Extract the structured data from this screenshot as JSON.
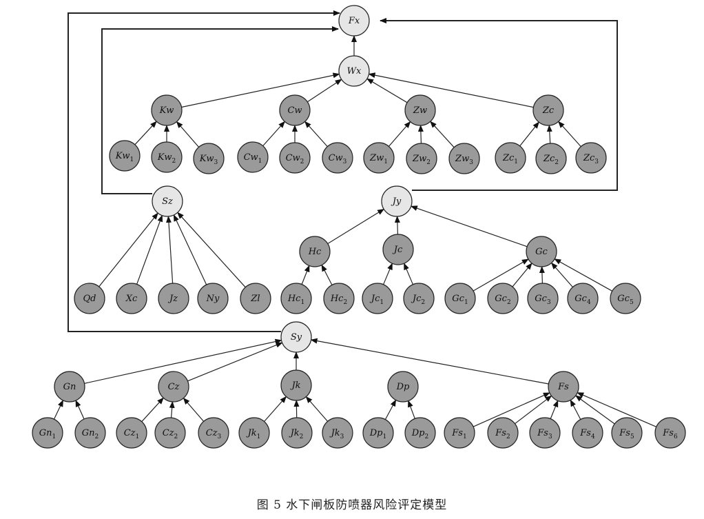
{
  "caption": "图 5   水下闸板防喷器风险评定模型",
  "colors": {
    "light_node": "#e6e6e6",
    "dark_node": "#9a9a9a",
    "stroke": "#222222"
  },
  "nodes": [
    {
      "id": "Fx",
      "label": "Fx",
      "sub": "",
      "shade": "light"
    },
    {
      "id": "Wx",
      "label": "Wx",
      "sub": "",
      "shade": "light"
    },
    {
      "id": "Kw",
      "label": "Kw",
      "sub": "",
      "shade": "dark"
    },
    {
      "id": "Cw",
      "label": "Cw",
      "sub": "",
      "shade": "dark"
    },
    {
      "id": "Zw",
      "label": "Zw",
      "sub": "",
      "shade": "dark"
    },
    {
      "id": "Zc",
      "label": "Zc",
      "sub": "",
      "shade": "dark"
    },
    {
      "id": "Kw1",
      "label": "Kw",
      "sub": "1",
      "shade": "dark"
    },
    {
      "id": "Kw2",
      "label": "Kw",
      "sub": "2",
      "shade": "dark"
    },
    {
      "id": "Kw3",
      "label": "Kw",
      "sub": "3",
      "shade": "dark"
    },
    {
      "id": "Cw1",
      "label": "Cw",
      "sub": "1",
      "shade": "dark"
    },
    {
      "id": "Cw2",
      "label": "Cw",
      "sub": "2",
      "shade": "dark"
    },
    {
      "id": "Cw3",
      "label": "Cw",
      "sub": "3",
      "shade": "dark"
    },
    {
      "id": "Zw1",
      "label": "Zw",
      "sub": "1",
      "shade": "dark"
    },
    {
      "id": "Zw2",
      "label": "Zw",
      "sub": "2",
      "shade": "dark"
    },
    {
      "id": "Zw3",
      "label": "Zw",
      "sub": "3",
      "shade": "dark"
    },
    {
      "id": "Zc1",
      "label": "Zc",
      "sub": "1",
      "shade": "dark"
    },
    {
      "id": "Zc2",
      "label": "Zc",
      "sub": "2",
      "shade": "dark"
    },
    {
      "id": "Zc3",
      "label": "Zc",
      "sub": "3",
      "shade": "dark"
    },
    {
      "id": "Sz",
      "label": "Sz",
      "sub": "",
      "shade": "light"
    },
    {
      "id": "Jy",
      "label": "Jy",
      "sub": "",
      "shade": "light"
    },
    {
      "id": "Hc",
      "label": "Hc",
      "sub": "",
      "shade": "dark"
    },
    {
      "id": "Jc",
      "label": "Jc",
      "sub": "",
      "shade": "dark"
    },
    {
      "id": "Gc",
      "label": "Gc",
      "sub": "",
      "shade": "dark"
    },
    {
      "id": "Qd",
      "label": "Qd",
      "sub": "",
      "shade": "dark"
    },
    {
      "id": "Xc",
      "label": "Xc",
      "sub": "",
      "shade": "dark"
    },
    {
      "id": "Jz",
      "label": "Jz",
      "sub": "",
      "shade": "dark"
    },
    {
      "id": "Ny",
      "label": "Ny",
      "sub": "",
      "shade": "dark"
    },
    {
      "id": "Zl",
      "label": "Zl",
      "sub": "",
      "shade": "dark"
    },
    {
      "id": "Hc1",
      "label": "Hc",
      "sub": "1",
      "shade": "dark"
    },
    {
      "id": "Hc2",
      "label": "Hc",
      "sub": "2",
      "shade": "dark"
    },
    {
      "id": "Jc1",
      "label": "Jc",
      "sub": "1",
      "shade": "dark"
    },
    {
      "id": "Jc2",
      "label": "Jc",
      "sub": "2",
      "shade": "dark"
    },
    {
      "id": "Gc1",
      "label": "Gc",
      "sub": "1",
      "shade": "dark"
    },
    {
      "id": "Gc2",
      "label": "Gc",
      "sub": "2",
      "shade": "dark"
    },
    {
      "id": "Gc3",
      "label": "Gc",
      "sub": "3",
      "shade": "dark"
    },
    {
      "id": "Gc4",
      "label": "Gc",
      "sub": "4",
      "shade": "dark"
    },
    {
      "id": "Gc5",
      "label": "Gc",
      "sub": "5",
      "shade": "dark"
    },
    {
      "id": "Sy",
      "label": "Sy",
      "sub": "",
      "shade": "light"
    },
    {
      "id": "Gn",
      "label": "Gn",
      "sub": "",
      "shade": "dark"
    },
    {
      "id": "Cz",
      "label": "Cz",
      "sub": "",
      "shade": "dark"
    },
    {
      "id": "Jk",
      "label": "Jk",
      "sub": "",
      "shade": "dark"
    },
    {
      "id": "Dp",
      "label": "Dp",
      "sub": "",
      "shade": "dark"
    },
    {
      "id": "Fs",
      "label": "Fs",
      "sub": "",
      "shade": "dark"
    },
    {
      "id": "Gn1",
      "label": "Gn",
      "sub": "1",
      "shade": "dark"
    },
    {
      "id": "Gn2",
      "label": "Gn",
      "sub": "2",
      "shade": "dark"
    },
    {
      "id": "Cz1",
      "label": "Cz",
      "sub": "1",
      "shade": "dark"
    },
    {
      "id": "Cz2",
      "label": "Cz",
      "sub": "2",
      "shade": "dark"
    },
    {
      "id": "Cz3",
      "label": "Cz",
      "sub": "3",
      "shade": "dark"
    },
    {
      "id": "Jk1",
      "label": "Jk",
      "sub": "1",
      "shade": "dark"
    },
    {
      "id": "Jk2",
      "label": "Jk",
      "sub": "2",
      "shade": "dark"
    },
    {
      "id": "Jk3",
      "label": "Jk",
      "sub": "3",
      "shade": "dark"
    },
    {
      "id": "Dp1",
      "label": "Dp",
      "sub": "1",
      "shade": "dark"
    },
    {
      "id": "Dp2",
      "label": "Dp",
      "sub": "2",
      "shade": "dark"
    },
    {
      "id": "Fs1",
      "label": "Fs",
      "sub": "1",
      "shade": "dark"
    },
    {
      "id": "Fs2",
      "label": "Fs",
      "sub": "2",
      "shade": "dark"
    },
    {
      "id": "Fs3",
      "label": "Fs",
      "sub": "3",
      "shade": "dark"
    },
    {
      "id": "Fs4",
      "label": "Fs",
      "sub": "4",
      "shade": "dark"
    },
    {
      "id": "Fs5",
      "label": "Fs",
      "sub": "5",
      "shade": "dark"
    },
    {
      "id": "Fs6",
      "label": "Fs",
      "sub": "6",
      "shade": "dark"
    }
  ],
  "edges": [
    {
      "from": "Wx",
      "to": "Fx"
    },
    {
      "from": "Kw",
      "to": "Wx"
    },
    {
      "from": "Cw",
      "to": "Wx"
    },
    {
      "from": "Zw",
      "to": "Wx"
    },
    {
      "from": "Zc",
      "to": "Wx"
    },
    {
      "from": "Kw1",
      "to": "Kw"
    },
    {
      "from": "Kw2",
      "to": "Kw"
    },
    {
      "from": "Kw3",
      "to": "Kw"
    },
    {
      "from": "Cw1",
      "to": "Cw"
    },
    {
      "from": "Cw2",
      "to": "Cw"
    },
    {
      "from": "Cw3",
      "to": "Cw"
    },
    {
      "from": "Zw1",
      "to": "Zw"
    },
    {
      "from": "Zw2",
      "to": "Zw"
    },
    {
      "from": "Zw3",
      "to": "Zw"
    },
    {
      "from": "Zc1",
      "to": "Zc"
    },
    {
      "from": "Zc2",
      "to": "Zc"
    },
    {
      "from": "Zc3",
      "to": "Zc"
    },
    {
      "from": "Qd",
      "to": "Sz"
    },
    {
      "from": "Xc",
      "to": "Sz"
    },
    {
      "from": "Jz",
      "to": "Sz"
    },
    {
      "from": "Ny",
      "to": "Sz"
    },
    {
      "from": "Zl",
      "to": "Sz"
    },
    {
      "from": "Hc",
      "to": "Jy"
    },
    {
      "from": "Jc",
      "to": "Jy"
    },
    {
      "from": "Gc",
      "to": "Jy"
    },
    {
      "from": "Hc1",
      "to": "Hc"
    },
    {
      "from": "Hc2",
      "to": "Hc"
    },
    {
      "from": "Jc1",
      "to": "Jc"
    },
    {
      "from": "Jc2",
      "to": "Jc"
    },
    {
      "from": "Gc1",
      "to": "Gc"
    },
    {
      "from": "Gc2",
      "to": "Gc"
    },
    {
      "from": "Gc3",
      "to": "Gc"
    },
    {
      "from": "Gc4",
      "to": "Gc"
    },
    {
      "from": "Gc5",
      "to": "Gc"
    },
    {
      "from": "Gn",
      "to": "Sy"
    },
    {
      "from": "Cz",
      "to": "Sy"
    },
    {
      "from": "Jk",
      "to": "Sy"
    },
    {
      "from": "Fs",
      "to": "Sy"
    },
    {
      "from": "Gn1",
      "to": "Gn"
    },
    {
      "from": "Gn2",
      "to": "Gn"
    },
    {
      "from": "Cz1",
      "to": "Cz"
    },
    {
      "from": "Cz2",
      "to": "Cz"
    },
    {
      "from": "Cz3",
      "to": "Cz"
    },
    {
      "from": "Jk1",
      "to": "Jk"
    },
    {
      "from": "Jk2",
      "to": "Jk"
    },
    {
      "from": "Jk3",
      "to": "Jk"
    },
    {
      "from": "Dp1",
      "to": "Dp"
    },
    {
      "from": "Dp2",
      "to": "Dp"
    },
    {
      "from": "Fs1",
      "to": "Fs"
    },
    {
      "from": "Fs2",
      "to": "Fs"
    },
    {
      "from": "Fs3",
      "to": "Fs"
    },
    {
      "from": "Fs4",
      "to": "Fs"
    },
    {
      "from": "Fs5",
      "to": "Fs"
    },
    {
      "from": "Fs6",
      "to": "Fs"
    },
    {
      "from": "Sz",
      "to": "Fx",
      "routed": true
    },
    {
      "from": "Sy",
      "to": "Fx",
      "routed": true
    },
    {
      "from": "Jy",
      "to": "Fx",
      "routed": true
    }
  ]
}
